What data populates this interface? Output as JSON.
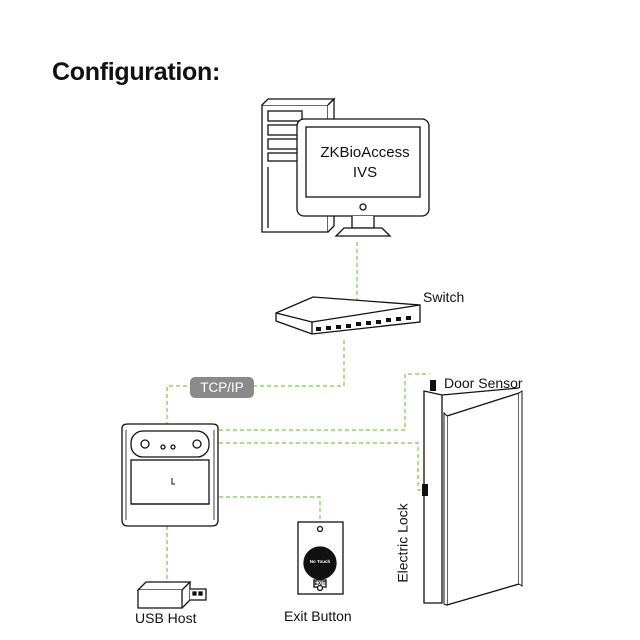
{
  "title": "Configuration:",
  "software": {
    "line1": "ZKBioAccess",
    "line2": "IVS"
  },
  "labels": {
    "switch": "Switch",
    "tcp": "TCP/IP",
    "door_sensor": "Door Sensor",
    "electric_lock": "Electric Lock",
    "usb_host": "USB Host",
    "exit_button": "Exit Button",
    "no_touch": "No Touch",
    "exit": "EXIT"
  },
  "colors": {
    "connection": "#7ac943",
    "badge": "#8a8a8a",
    "stroke": "#111111"
  }
}
